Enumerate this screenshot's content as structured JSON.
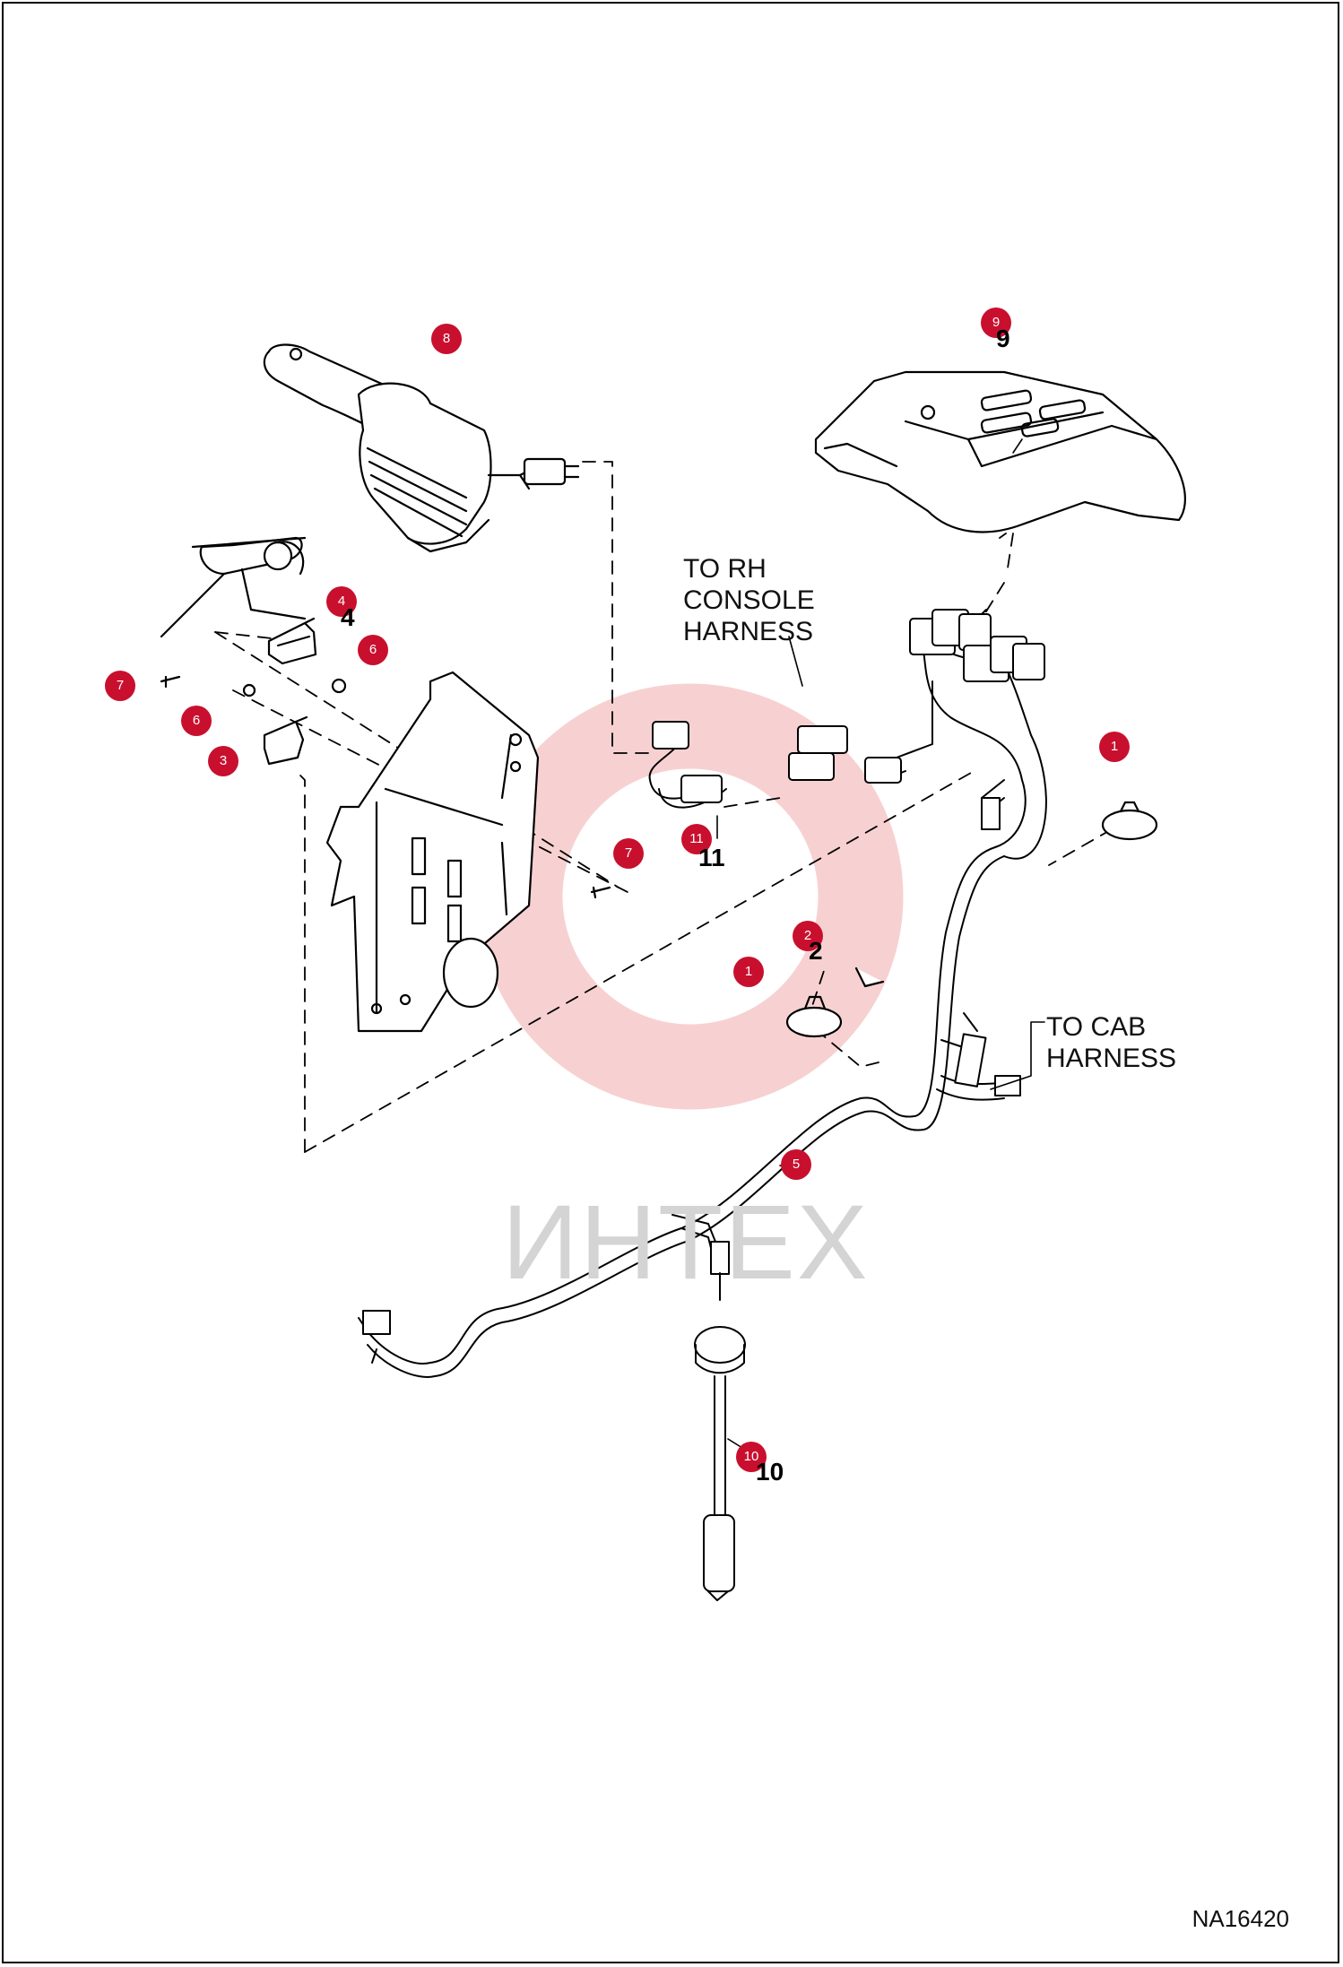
{
  "figure_id": "NA16420",
  "watermark": "ИНТЕХ",
  "notes": {
    "rh_console": "TO RH\nCONSOLE\nHARNESS",
    "cab": "TO CAB\nHARNESS"
  },
  "callouts": [
    {
      "id": "c8",
      "label": "8"
    },
    {
      "id": "c9",
      "label": "9"
    },
    {
      "id": "c4",
      "label": "4"
    },
    {
      "id": "c6a",
      "label": "6"
    },
    {
      "id": "c7a",
      "label": "7"
    },
    {
      "id": "c6b",
      "label": "6"
    },
    {
      "id": "c3",
      "label": "3"
    },
    {
      "id": "c1a",
      "label": "1"
    },
    {
      "id": "c11",
      "label": "11"
    },
    {
      "id": "c7b",
      "label": "7"
    },
    {
      "id": "c2",
      "label": "2"
    },
    {
      "id": "c1b",
      "label": "1"
    },
    {
      "id": "c5",
      "label": "5"
    },
    {
      "id": "c10",
      "label": "10"
    }
  ],
  "colors": {
    "badge": "#c8102e",
    "line": "#000000",
    "watermark_logo": "#f6c9c9"
  }
}
